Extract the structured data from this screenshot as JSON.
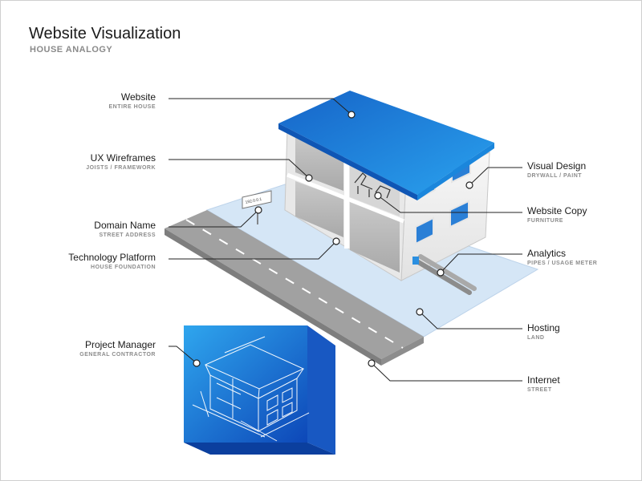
{
  "header": {
    "title": "Website Visualization",
    "subtitle": "HOUSE ANALOGY"
  },
  "sign_text": "192.0.0.1",
  "colors": {
    "roof_blue": "#1f8fe0",
    "blueprint_blue": "#1a6fd0",
    "land": "#cfe3f5",
    "street": "#9d9d9d",
    "wall": "#f1f1f1"
  },
  "left_labels": [
    {
      "main": "Website",
      "sub": "ENTIRE HOUSE"
    },
    {
      "main": "UX Wireframes",
      "sub": "JOISTS / FRAMEWORK"
    },
    {
      "main": "Domain Name",
      "sub": "STREET ADDRESS"
    },
    {
      "main": "Technology Platform",
      "sub": "HOUSE FOUNDATION"
    },
    {
      "main": "Project Manager",
      "sub": "GENERAL CONTRACTOR"
    }
  ],
  "right_labels": [
    {
      "main": "Visual Design",
      "sub": "DRYWALL / PAINT"
    },
    {
      "main": "Website Copy",
      "sub": "FURNITURE"
    },
    {
      "main": "Analytics",
      "sub": "PIPES / USAGE METER"
    },
    {
      "main": "Hosting",
      "sub": "LAND"
    },
    {
      "main": "Internet",
      "sub": "STREET"
    }
  ]
}
